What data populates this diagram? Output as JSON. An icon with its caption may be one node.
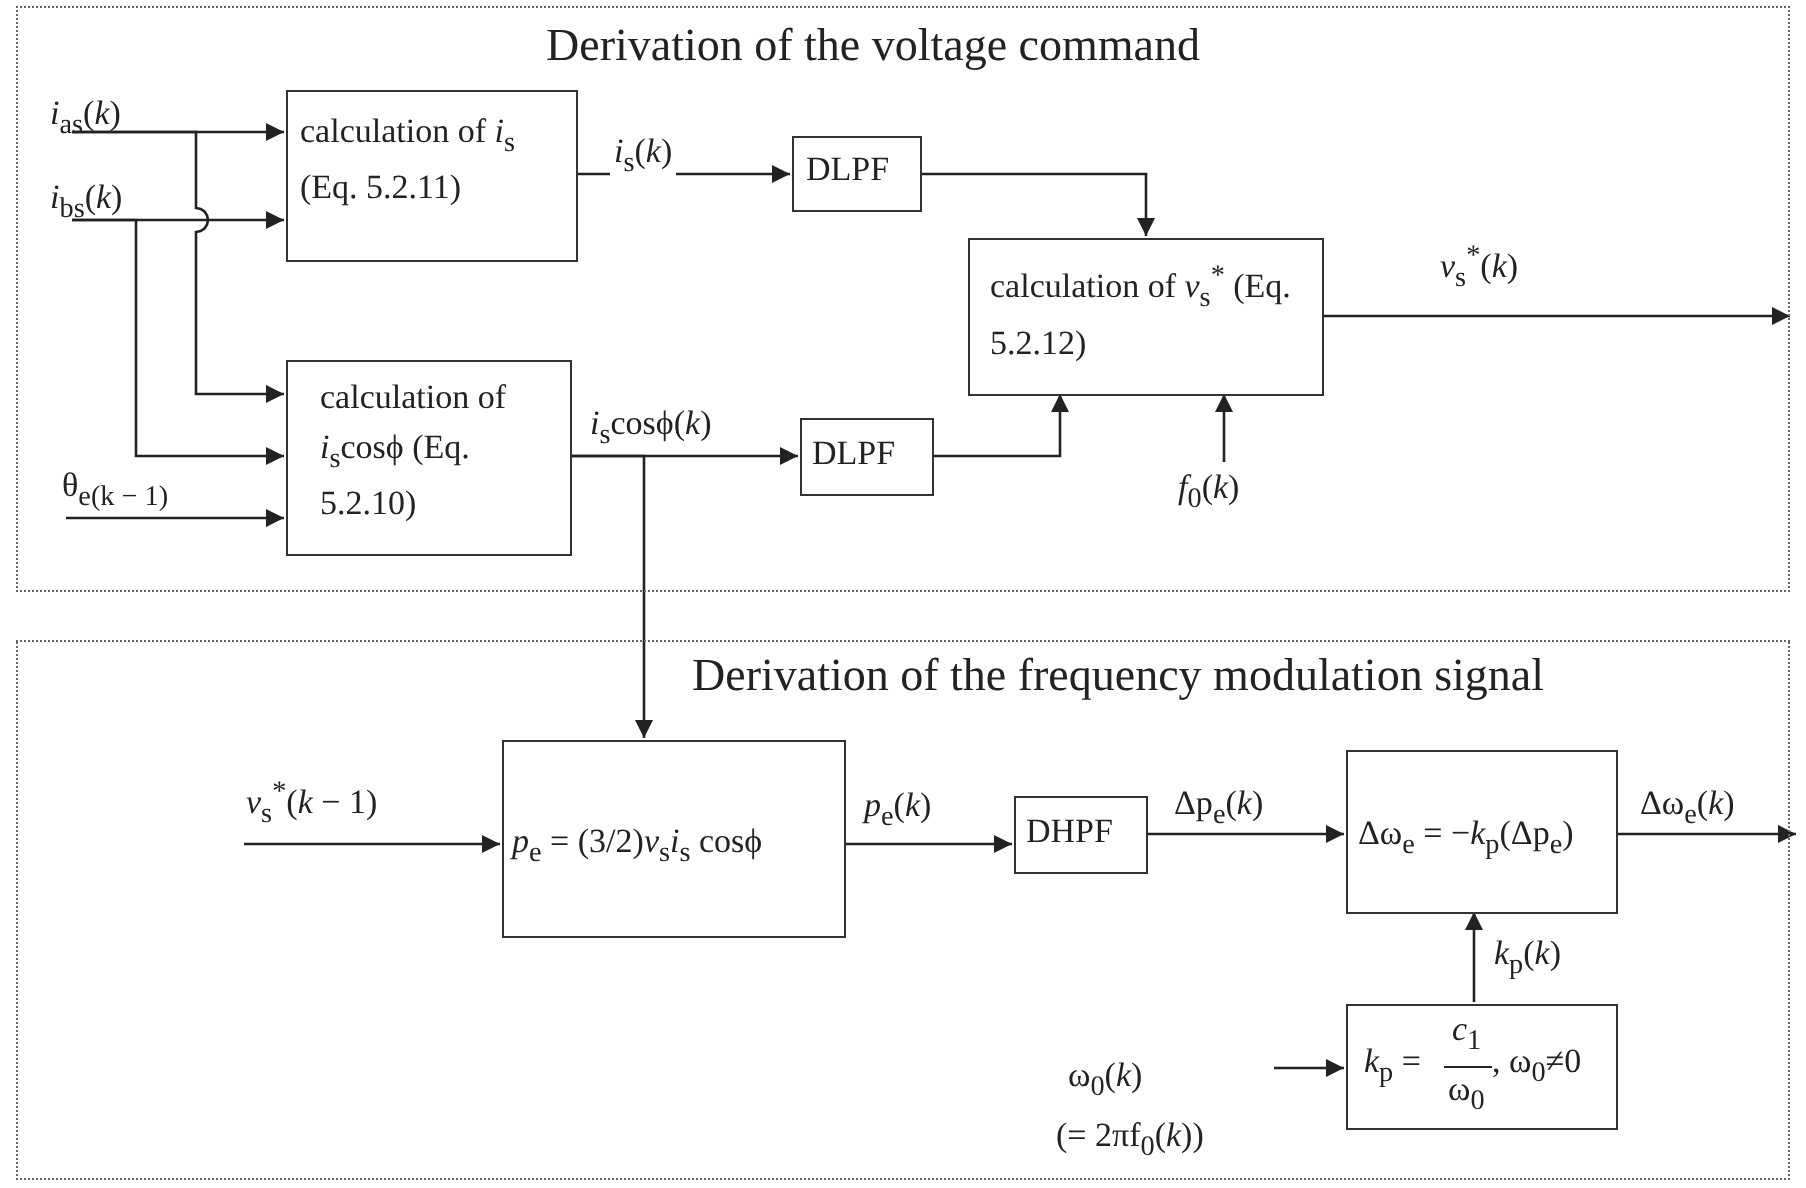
{
  "diagram": {
    "nodes": [
      {
        "text": [
          "Derivation of the voltage command"
        ]
      },
      {
        "text": [
          "*i*$_{as}$(*k*)"
        ],
        "in": 0
      },
      {
        "text": [
          "*i*$_{bs}$(*k*)"
        ],
        "in": 0
      },
      {
        "text": [
          "θ$_{e(k − 1)}$"
        ],
        "in": 0
      },
      {
        "text": [
          "calculation of *i*$_{s}$ (Eq. 5.2.11)"
        ],
        "in": 0
      },
      {
        "text": [
          "calculation of *i*$_{s}$cosϕ (Eq. 5.2.10)"
        ],
        "in": 0
      },
      {
        "text": [
          "DLPF"
        ],
        "in": 0
      },
      {
        "text": [
          "DLPF"
        ],
        "in": 0
      },
      {
        "text": [
          "calculation of *v*$_{s}$$^{*}$ (Eq. 5.2.12)"
        ],
        "in": 0
      },
      {
        "text": [
          "*f*$_{0}$(*k*)"
        ],
        "in": 0
      },
      {
        "text": [
          "Derivation of the frequency modulation signal"
        ]
      },
      {
        "text": [
          "*v*$_{s}$$^{*}$(*k* − 1)"
        ],
        "in": 10
      },
      {
        "text": [
          "*p*$_{e}$ = (3/2)*v*$_{s}$*i*$_{s}$ cosϕ"
        ],
        "in": 10
      },
      {
        "text": [
          "DHPF"
        ],
        "in": 10
      },
      {
        "text": [
          "Δω$_{e}$ = −*k*$_{p}$(Δp$_{e}$)"
        ],
        "in": 10
      },
      {
        "text": [
          "*k*$_{p}$ =",
          "*c*$_{1}$",
          "ω$_{0}$",
          ", ω$_{0}$≠0"
        ],
        "in": 10
      },
      {
        "text": [
          "ω$_{0}$(*k*)",
          "(= 2πf$_{0}$(*k*))"
        ],
        "in": 10
      }
    ],
    "edges": [
      {
        "from": 1,
        "to": 4,
        "arrow": "to"
      },
      {
        "from": 1,
        "to": 5,
        "arrow": "to"
      },
      {
        "from": 2,
        "to": 4,
        "arrow": "to"
      },
      {
        "from": 2,
        "to": 5,
        "arrow": "to"
      },
      {
        "from": 3,
        "to": 5,
        "arrow": "to"
      },
      {
        "from": 4,
        "to": 6,
        "arrow": "to",
        "label": "*i*$_{s}$(*k*)"
      },
      {
        "from": 5,
        "to": 7,
        "arrow": "to",
        "label": "*i*$_{s}$cosϕ(*k*)"
      },
      {
        "from": 5,
        "to": 12,
        "arrow": "to"
      },
      {
        "from": 6,
        "to": 8,
        "arrow": "to"
      },
      {
        "from": 7,
        "to": 8,
        "arrow": "to"
      },
      {
        "from": 9,
        "to": 8,
        "arrow": "to"
      },
      {
        "from": 8,
        "to": null,
        "arrow": "to",
        "label": "*v*$_{s}$$^{*}$(*k*)"
      },
      {
        "from": 11,
        "to": 12,
        "arrow": "to"
      },
      {
        "from": 12,
        "to": 13,
        "arrow": "to",
        "label": "*p*$_{e}$(*k*)"
      },
      {
        "from": 13,
        "to": 14,
        "arrow": "to",
        "label": "Δp$_{e}$(*k*)"
      },
      {
        "from": 14,
        "to": null,
        "arrow": "to",
        "label": "Δω$_{e}$(*k*)"
      },
      {
        "from": 15,
        "to": 14,
        "arrow": "to",
        "label": "*k*$_{p}$(*k*)"
      },
      {
        "from": 16,
        "to": 15,
        "arrow": "to"
      }
    ]
  }
}
